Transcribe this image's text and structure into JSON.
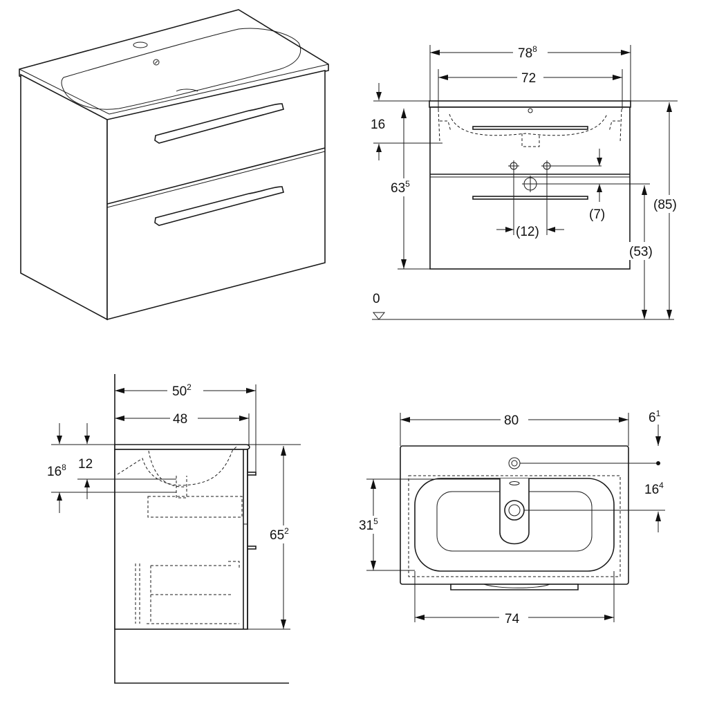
{
  "front_view": {
    "total_width": {
      "main": "78",
      "sup": "8"
    },
    "basin_width": {
      "main": "72",
      "sup": ""
    },
    "top_to_overflow": {
      "main": "16",
      "sup": ""
    },
    "cabinet_height": {
      "main": "63",
      "sup": "5"
    },
    "drain_offset": {
      "main": "(7)",
      "sup": ""
    },
    "total_height": {
      "main": "(85)",
      "sup": ""
    },
    "drain_height": {
      "main": "(53)",
      "sup": ""
    },
    "hole_spacing": {
      "main": "(12)",
      "sup": ""
    },
    "floor_level": {
      "main": "0",
      "sup": ""
    }
  },
  "side_view": {
    "total_depth": {
      "main": "50",
      "sup": "2"
    },
    "cabinet_depth": {
      "main": "48",
      "sup": ""
    },
    "basin_depth_a": {
      "main": "16",
      "sup": "8"
    },
    "basin_depth_b": {
      "main": "12",
      "sup": ""
    },
    "cabinet_height": {
      "main": "65",
      "sup": "2"
    }
  },
  "top_view": {
    "total_width": {
      "main": "80",
      "sup": ""
    },
    "tap_offset_top": {
      "main": "6",
      "sup": "1"
    },
    "tap_to_drain": {
      "main": "16",
      "sup": "4"
    },
    "drain_to_front": {
      "main": "31",
      "sup": "5"
    },
    "inner_width": {
      "main": "74",
      "sup": ""
    }
  }
}
